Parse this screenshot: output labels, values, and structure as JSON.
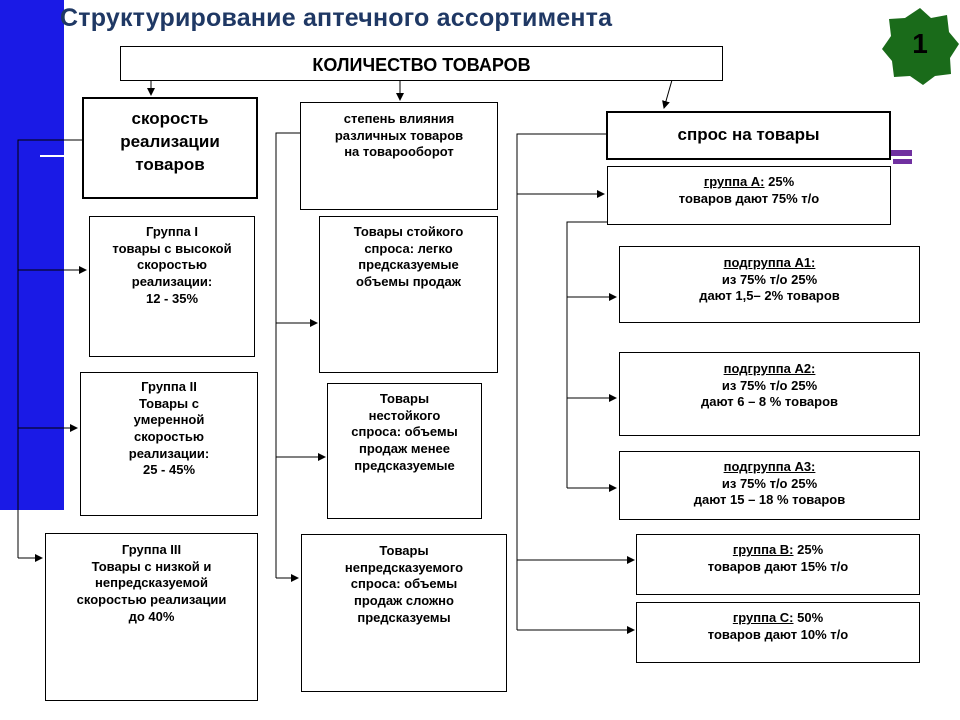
{
  "title": "Структурирование аптечного ассортимента",
  "badge": "1",
  "colors": {
    "accent": "#1a1ae6",
    "title": "#1f3864",
    "purple": "#7030a0",
    "badge": "#1a6b1a"
  },
  "top_box": "КОЛИЧЕСТВО ТОВАРОВ",
  "col1": {
    "header": [
      "скорость",
      "реализации",
      "товаров"
    ],
    "group1": [
      "Группа I",
      "товары с высокой",
      "скоростью",
      "реализации:",
      "12 - 35%"
    ],
    "group2": [
      "Группа II",
      "Товары с",
      "умеренной",
      "скоростью",
      "реализации:",
      "25 - 45%"
    ],
    "group3": [
      "Группа III",
      "Товары с низкой и",
      "непредсказуемой",
      "скоростью реализации",
      "до 40%"
    ]
  },
  "col2": {
    "header": [
      "степень влияния",
      "различных товаров",
      "на товарооборот"
    ],
    "stable": [
      "Товары стойкого",
      "спроса: легко",
      "предсказуемые",
      "объемы продаж"
    ],
    "unstable": [
      "Товары",
      "нестойкого",
      "спроса: объемы",
      "продаж менее",
      "предсказуемые"
    ],
    "unpredictable": [
      "Товары",
      "непредсказуемого",
      "спроса: объемы",
      "продаж сложно",
      "предсказуемы"
    ]
  },
  "col3": {
    "header": "спрос на товары",
    "groupA": {
      "name": "группа А:",
      "line1_rest": " 25%",
      "line2": "товаров дают 75% т/о"
    },
    "subA1": {
      "name": "подгруппа А1:",
      "line2": "из 75% т/о 25%",
      "line3": "дают 1,5– 2% товаров"
    },
    "subA2": {
      "name": "подгруппа А2:",
      "line2": "из 75% т/о 25%",
      "line3": "дают 6 – 8 % товаров"
    },
    "subA3": {
      "name": "подгруппа А3:",
      "line2": "из 75% т/о 25%",
      "line3": "дают 15 – 18 % товаров"
    },
    "groupB": {
      "name": "группа В:",
      "line1_rest": " 25%",
      "line2": "товаров дают 15% т/о"
    },
    "groupC": {
      "name": "группа С:",
      "line1_rest": " 50%",
      "line2": "товаров дают 10% т/о"
    }
  }
}
